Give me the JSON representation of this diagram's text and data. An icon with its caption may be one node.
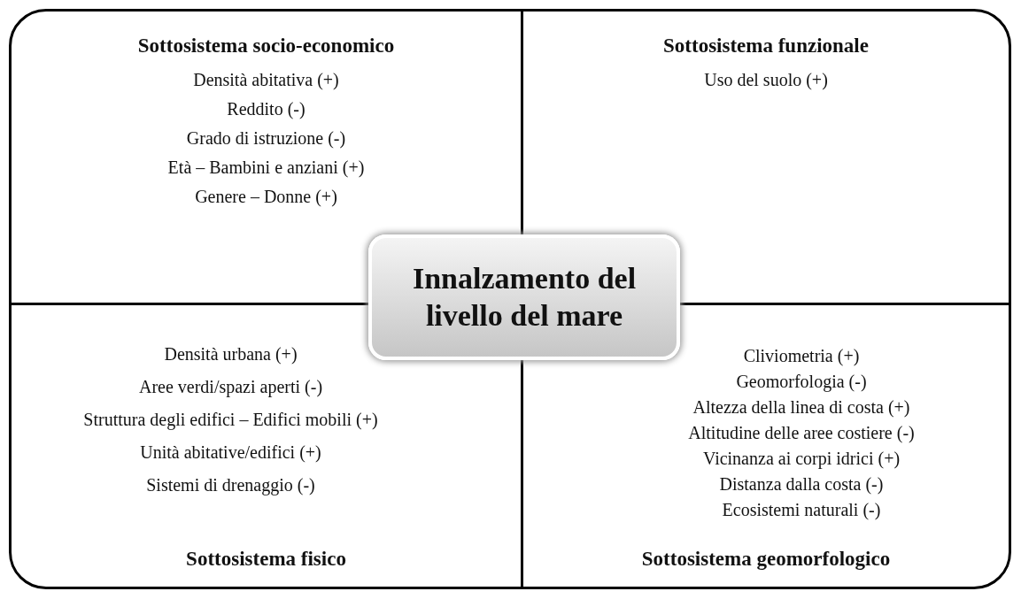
{
  "diagram": {
    "nodes": [
      {
        "text": [],
        "shape": "box"
      },
      {
        "text": [
          "Sottosistema socio-economico",
          "Densità abitativa (+)",
          "Reddito (-)",
          "Grado di istruzione (-)",
          "Età – Bambini e anziani (+)",
          "Genere – Donne (+)"
        ],
        "in": 0
      },
      {
        "text": [
          "Sottosistema funzionale",
          "Uso del suolo (+)"
        ],
        "in": 0
      },
      {
        "text": [
          "Innalzamento del livello del mare"
        ],
        "in": 0
      },
      {
        "text": [
          "Densità urbana (+)",
          "Aree verdi/spazi aperti (-)",
          "Struttura degli edifici – Edifici mobili (+)",
          "Unità abitative/edifici (+)",
          "Sistemi di drenaggio (-)",
          "Sottosistema fisico"
        ],
        "in": 0
      },
      {
        "text": [
          "Cliviometria (+)",
          "Geomorfologia (-)",
          "Altezza della linea di costa (+)",
          "Altitudine delle aree costiere (-)",
          "Vicinanza ai corpi idrici (+)",
          "Distanza dalla costa (-)",
          "Ecosistemi naturali (-)",
          "Sottosistema geomorfologico"
        ],
        "in": 0
      }
    ],
    "edges": []
  }
}
